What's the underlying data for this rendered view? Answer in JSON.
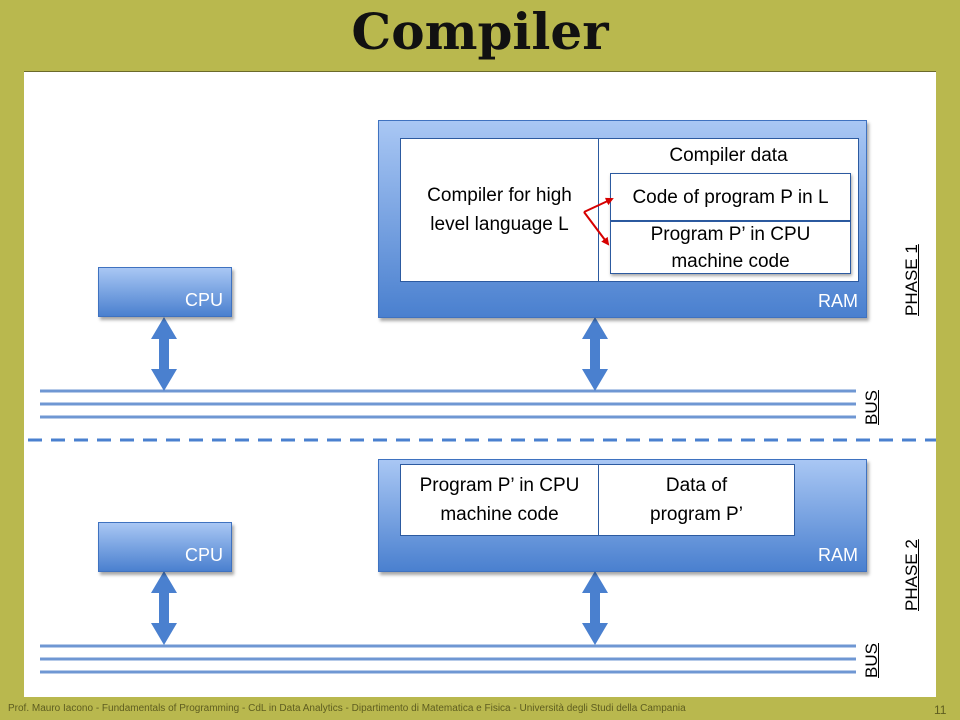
{
  "title": "Compiler",
  "phase1": {
    "cpu_label": "CPU",
    "ram_label": "RAM",
    "compiler_box": "Compiler for high level language L",
    "compiler_data_label": "Compiler data",
    "code_box": "Code of program P in L",
    "output_box": "Program P’ in CPU machine code",
    "bus_label": "BUS",
    "phase_label": "PHASE 1"
  },
  "phase2": {
    "cpu_label": "CPU",
    "ram_label": "RAM",
    "program_box": "Program P’ in CPU machine code",
    "data_box": "Data of program P’",
    "bus_label": "BUS",
    "phase_label": "PHASE 2"
  },
  "colors": {
    "background": "#b9b84e",
    "block": "#4a80cf",
    "arrow": "#4a80cf",
    "bus": "#6f97d3",
    "red_arrow": "#d60000"
  },
  "footer": "Prof. Mauro Iacono - Fundamentals of Programming - CdL in Data Analytics - Dipartimento di Matematica e Fisica - Università degli Studi della Campania",
  "page_number": "11"
}
